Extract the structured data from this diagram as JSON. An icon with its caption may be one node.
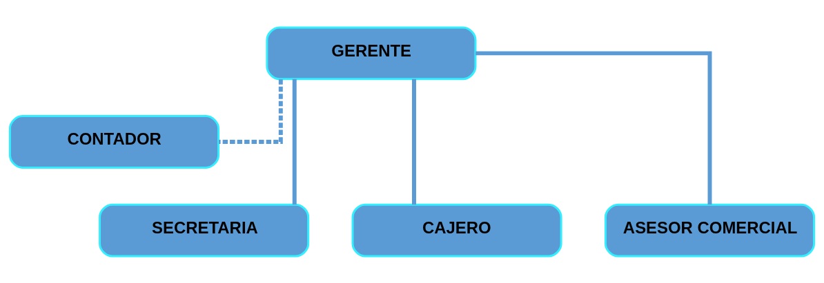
{
  "diagram": {
    "nodes": [
      {
        "text": [
          "GERENTE"
        ]
      },
      {
        "text": [
          "CONTADOR"
        ]
      },
      {
        "text": [
          "SECRETARIA"
        ]
      },
      {
        "text": [
          "CAJERO"
        ]
      },
      {
        "text": [
          "ASESOR COMERCIAL"
        ]
      }
    ],
    "edges": [
      {
        "from": 0,
        "to": 1,
        "arrow": "none",
        "style": "dashed"
      },
      {
        "from": 0,
        "to": 2,
        "arrow": "none"
      },
      {
        "from": 0,
        "to": 3,
        "arrow": "none"
      },
      {
        "from": 0,
        "to": 4,
        "arrow": "none"
      }
    ]
  }
}
